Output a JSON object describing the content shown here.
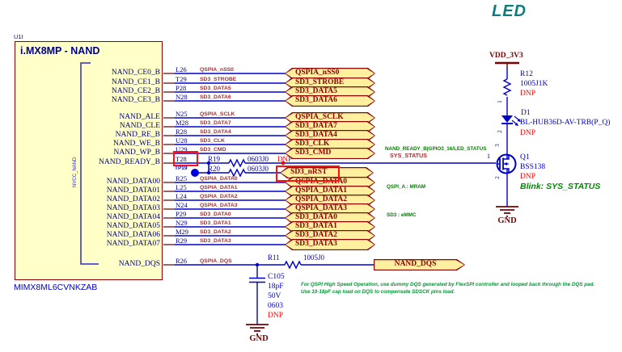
{
  "title_led": "LED",
  "chip": {
    "designator": "U1I",
    "title": "i.MX8MP - NAND",
    "part_number": "MIMX8ML6CVNKZAB",
    "rail_label": "NVCC_NAND"
  },
  "rows": [
    {
      "pin": "NAND_CE0_B",
      "num": "L26",
      "net": "QSPIA_nSS0",
      "port": "QSPIA_nSS0"
    },
    {
      "pin": "NAND_CE1_B",
      "num": "T29",
      "net": "SD3_STROBE",
      "port": "SD3_STROBE"
    },
    {
      "pin": "NAND_CE2_B",
      "num": "P28",
      "net": "SD3_DATA5",
      "port": "SD3_DATA5"
    },
    {
      "pin": "NAND_CE3_B",
      "num": "N28",
      "net": "SD3_DATA6",
      "port": "SD3_DATA6"
    },
    {
      "pin": "NAND_ALE",
      "num": "N25",
      "net": "QSPIA_SCLK",
      "port": "QSPIA_SCLK"
    },
    {
      "pin": "NAND_CLE",
      "num": "M28",
      "net": "SD3_DATA7",
      "port": "SD3_DATA7"
    },
    {
      "pin": "NAND_RE_B",
      "num": "R28",
      "net": "SD3_DATA4",
      "port": "SD3_DATA4"
    },
    {
      "pin": "NAND_WE_B",
      "num": "U28",
      "net": "SD3_CLK",
      "port": "SD3_CLK"
    },
    {
      "pin": "NAND_WP_B",
      "num": "U29",
      "net": "SD3_CMD",
      "port": "SD3_CMD"
    },
    {
      "pin": "NAND_READY_B",
      "num": "T28",
      "net": "",
      "port": ""
    },
    {
      "pin": "NAND_DATA00",
      "num": "R25",
      "net": "QSPIA_DATA0",
      "port": "QSPIA_DATA0"
    },
    {
      "pin": "NAND_DATA01",
      "num": "L25",
      "net": "QSPIA_DATA1",
      "port": "QSPIA_DATA1"
    },
    {
      "pin": "NAND_DATA02",
      "num": "L24",
      "net": "QSPIA_DATA2",
      "port": "QSPIA_DATA2"
    },
    {
      "pin": "NAND_DATA03",
      "num": "N24",
      "net": "QSPIA_DATA3",
      "port": "QSPIA_DATA3"
    },
    {
      "pin": "NAND_DATA04",
      "num": "P29",
      "net": "SD3_DATA0",
      "port": "SD3_DATA0"
    },
    {
      "pin": "NAND_DATA05",
      "num": "N29",
      "net": "SD3_DATA1",
      "port": "SD3_DATA1"
    },
    {
      "pin": "NAND_DATA06",
      "num": "M29",
      "net": "SD3_DATA2",
      "port": "SD3_DATA2"
    },
    {
      "pin": "NAND_DATA07",
      "num": "R29",
      "net": "SD3_DATA3",
      "port": "SD3_DATA3"
    },
    {
      "pin": "NAND_DQS",
      "num": "R26",
      "net": "QSPIA_DQS",
      "port": "NAND_DQS"
    }
  ],
  "ready_branch": {
    "testpoint": "TP19",
    "r19_ref": "R19",
    "r19_val": "0603J0",
    "r19_dnp": "DNP",
    "r20_ref": "R20",
    "r20_val": "0603J0",
    "port": "SD3_nRST",
    "net": "SYS_STATUS",
    "gpio_note": "NAND_READY_B|GPIO3_16/LED_STATUS"
  },
  "dqs_branch": {
    "r11_ref": "R11",
    "r11_val": "1005J0",
    "c_ref": "C105",
    "c_val": "18pF",
    "c_volt": "50V",
    "c_size": "0603",
    "c_dnp": "DNP",
    "gnd": "GND"
  },
  "led_circuit": {
    "power": "VDD_3V3",
    "r_ref": "R12",
    "r_val": "1005J1K",
    "r_dnp": "DNP",
    "d_ref": "D1",
    "d_val": "BL-HUB36D-AV-TRB(P_Q)",
    "d_dnp": "DNP",
    "q_ref": "Q1",
    "q_val": "BSS138",
    "q_dnp": "DNP",
    "blink": "Blink:  SYS_STATUS",
    "gnd": "GND",
    "pin1": "1",
    "pin2": "2",
    "pin3": "3",
    "q_gate_pin": "1",
    "q_src_pin": "2"
  },
  "annotations": {
    "qspi": "QSPI_A : MRAM",
    "sd3": "SD3 : eMMC",
    "note1": "For QSPI High Speed Operation, use dummy DQS generated by FlexSPI controller and looped back through the DQS pad.",
    "note2": "Use 10-18pF cap load on DQS to compensate SDSCK pins load."
  },
  "colors": {
    "wire": "#0000D0",
    "port_fill": "#FFF0A0",
    "port_border": "#8B0000",
    "chip_fill": "#FFFFC8",
    "chip_border": "#8B0000",
    "highlight": "#FF1010",
    "annotation_green": "#008000",
    "dnp_red": "#FF0000"
  }
}
